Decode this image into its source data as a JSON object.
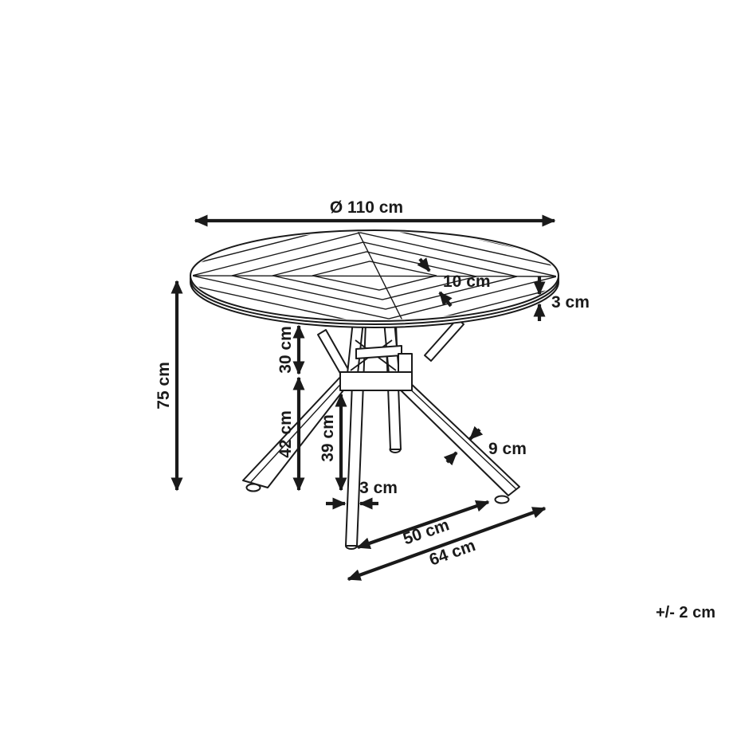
{
  "figure": {
    "type": "furniture-dimension-diagram",
    "subject": "round table with crossed legs",
    "background_color": "#ffffff",
    "line_color": "#1a1a1a",
    "labels": {
      "diameter": "Ø 110 cm",
      "plank_width": "10 cm",
      "top_thickness": "3 cm",
      "total_height": "75 cm",
      "top_to_hub": "30 cm",
      "hub_to_floor": "42 cm",
      "inner_clearance": "39 cm",
      "front_leg_width": "3 cm",
      "diagonal_leg_width": "9 cm",
      "inner_foot_span": "50 cm",
      "outer_foot_span": "64 cm",
      "tolerance": "+/- 2 cm"
    }
  }
}
